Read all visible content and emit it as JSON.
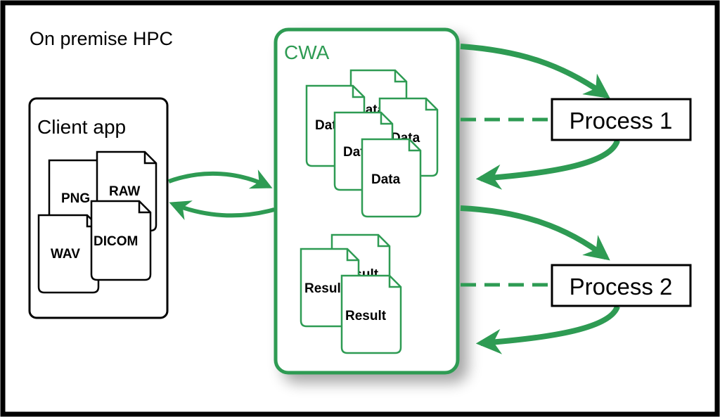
{
  "title": "On premise HPC",
  "client": {
    "label": "Client app",
    "files": [
      "PNG",
      "RAW",
      "WAV",
      "DICOM"
    ]
  },
  "cwa": {
    "label": "CWA",
    "data_files": [
      "Data",
      "Data",
      "Data",
      "Data",
      "Data"
    ],
    "result_files": [
      "Result",
      "Result",
      "Result"
    ]
  },
  "processes": [
    "Process 1",
    "Process 2"
  ],
  "colors": {
    "accent": "#2e9b53",
    "border": "#000000",
    "background": "#ffffff"
  }
}
